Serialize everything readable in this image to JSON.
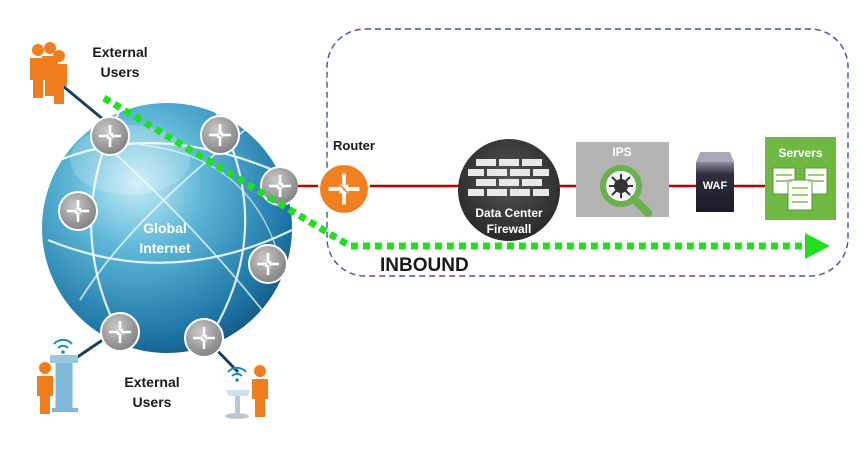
{
  "labels": {
    "external_users_top_line1": "External",
    "external_users_top_line2": "Users",
    "external_users_bottom_line1": "External",
    "external_users_bottom_line2": "Users",
    "global_internet_line1": "Global",
    "global_internet_line2": "Internet",
    "router": "Router",
    "firewall_line1": "Data Center",
    "firewall_line2": "Firewall",
    "ips": "IPS",
    "waf": "WAF",
    "servers": "Servers",
    "inbound": "INBOUND"
  },
  "icons": {
    "users": "users-icon",
    "router": "router-icon",
    "firewall": "firewall-icon",
    "ips": "magnifier-icon",
    "waf": "waf-icon",
    "servers": "servers-icon",
    "kiosk": "kiosk-icon",
    "wifi": "wifi-icon"
  },
  "colors": {
    "globe": "#2f8fb8",
    "router_orange": "#f08020",
    "link_red": "#c00000",
    "inbound_green": "#22dd22",
    "ips_box": "#b3b3b3",
    "servers_box": "#6fb844",
    "firewall_dark": "#3a3a3a",
    "waf_dark": "#333344",
    "zone_border": "#3a5a8a",
    "person_orange": "#f07d1e"
  }
}
